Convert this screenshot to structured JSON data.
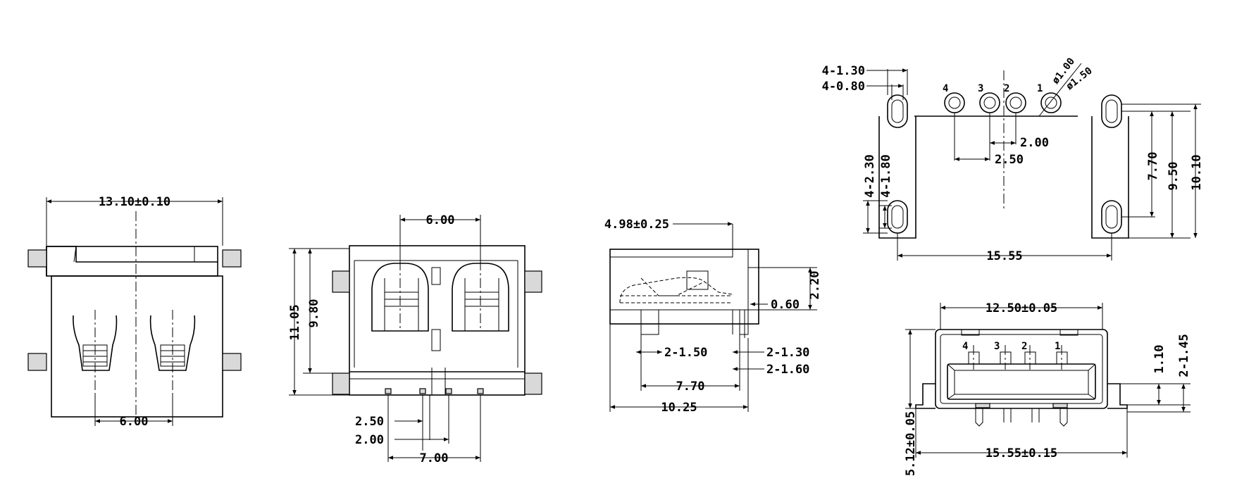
{
  "view1": {
    "width_label": "13.10±0.10",
    "pin_spacing_label": "6.00"
  },
  "view2": {
    "top_label": "6.00",
    "height_outer_label": "11.05",
    "height_inner_label": "9.80",
    "pitch_a_label": "2.50",
    "pitch_b_label": "2.00",
    "span_label": "7.00"
  },
  "view3": {
    "offset_label": "4.98±0.25",
    "right_height_label": "2.20",
    "gap_label": "0.60",
    "pin_a_label": "2-1.50",
    "pin_b_label": "2-1.30",
    "pin_c_label": "2-1.60",
    "inner_len_label": "7.70",
    "overall_len_label": "10.25"
  },
  "view4": {
    "slot_w_label": "4-1.30",
    "slot_h_label": "4-0.80",
    "pin_numbers": [
      "4",
      "3",
      "2",
      "1"
    ],
    "hole_dia_label": "ø1.00",
    "pad_dia_label": "ø1.50",
    "pitch_small_label": "2.00",
    "pitch_large_label": "2.50",
    "slot_len_a_label": "4-2.30",
    "slot_len_b_label": "4-1.80",
    "h_inner_label": "7.70",
    "h_mid_label": "9.50",
    "h_outer_label": "10.10",
    "width_label": "15.55"
  },
  "view5": {
    "width_label": "12.50±0.05",
    "pin_numbers": [
      "4",
      "3",
      "2",
      "1"
    ],
    "tab_label": "1.10",
    "tab_total_label": "2-1.45",
    "height_label": "5.12±0.05",
    "overall_width_label": "15.55±0.15"
  }
}
